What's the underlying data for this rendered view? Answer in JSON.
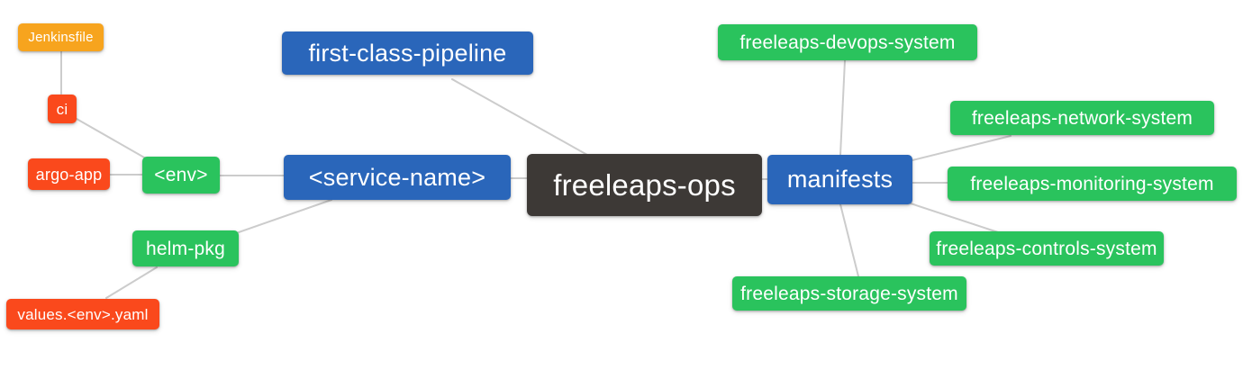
{
  "diagram": {
    "type": "mindmap",
    "background_color": "#ffffff",
    "edge_color": "#cccccc",
    "text_color": "#ffffff",
    "palette": {
      "blue": "#2a66ba",
      "dark": "#3d3936",
      "green": "#2ac35d",
      "red": "#fa491c",
      "orange": "#f7a41e"
    },
    "nodes": {
      "freeleaps_ops": {
        "label": "freeleaps-ops",
        "color": "#3d3936"
      },
      "first_class_pipeline": {
        "label": "first-class-pipeline",
        "color": "#2a66ba"
      },
      "service_name": {
        "label": "<service-name>",
        "color": "#2a66ba"
      },
      "manifests": {
        "label": "manifests",
        "color": "#2a66ba"
      },
      "env": {
        "label": "<env>",
        "color": "#2ac35d"
      },
      "helm_pkg": {
        "label": "helm-pkg",
        "color": "#2ac35d"
      },
      "ci": {
        "label": "ci",
        "color": "#fa491c"
      },
      "argo_app": {
        "label": "argo-app",
        "color": "#fa491c"
      },
      "values_env_yaml": {
        "label": "values.<env>.yaml",
        "color": "#fa491c"
      },
      "jenkinsfile": {
        "label": "Jenkinsfile",
        "color": "#f7a41e"
      },
      "devops_system": {
        "label": "freeleaps-devops-system",
        "color": "#2ac35d"
      },
      "network_system": {
        "label": "freeleaps-network-system",
        "color": "#2ac35d"
      },
      "monitoring_system": {
        "label": "freeleaps-monitoring-system",
        "color": "#2ac35d"
      },
      "controls_system": {
        "label": "freeleaps-controls-system",
        "color": "#2ac35d"
      },
      "storage_system": {
        "label": "freeleaps-storage-system",
        "color": "#2ac35d"
      }
    },
    "edges": [
      {
        "from": "jenkinsfile",
        "to": "ci"
      },
      {
        "from": "ci",
        "to": "env"
      },
      {
        "from": "argo_app",
        "to": "env"
      },
      {
        "from": "env",
        "to": "service_name"
      },
      {
        "from": "helm_pkg",
        "to": "service_name"
      },
      {
        "from": "values_env_yaml",
        "to": "helm_pkg"
      },
      {
        "from": "service_name",
        "to": "freeleaps_ops"
      },
      {
        "from": "first_class_pipeline",
        "to": "freeleaps_ops"
      },
      {
        "from": "freeleaps_ops",
        "to": "manifests"
      },
      {
        "from": "manifests",
        "to": "devops_system"
      },
      {
        "from": "manifests",
        "to": "network_system"
      },
      {
        "from": "manifests",
        "to": "monitoring_system"
      },
      {
        "from": "manifests",
        "to": "controls_system"
      },
      {
        "from": "manifests",
        "to": "storage_system"
      }
    ]
  }
}
